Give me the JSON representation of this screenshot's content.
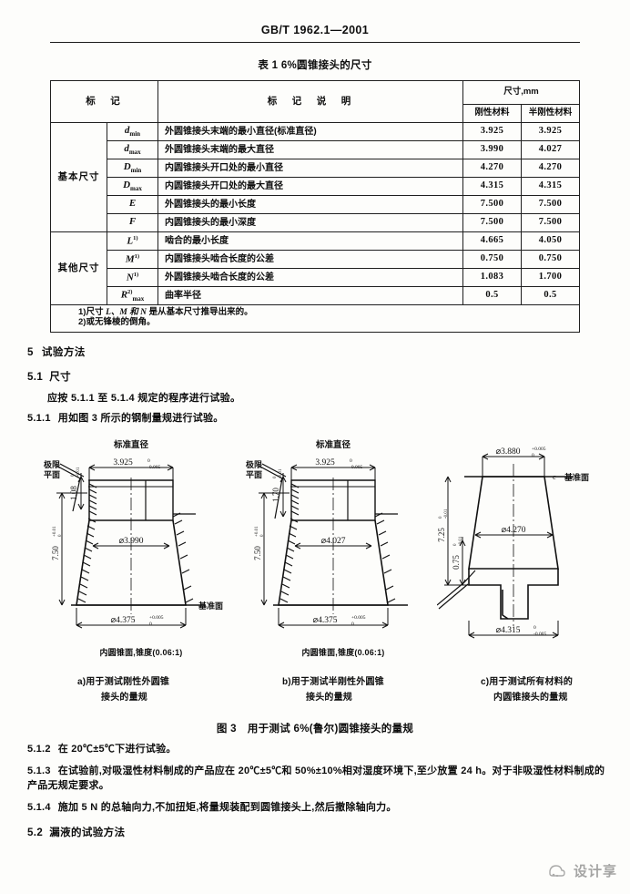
{
  "header": {
    "standard_code": "GB/T 1962.1—2001"
  },
  "table": {
    "caption": "表 1   6%圆锥接头的尺寸",
    "headers": {
      "mark": "标　记",
      "description": "标　记　说　明",
      "dimension_group": "尺寸,mm",
      "rigid": "刚性材料",
      "semi_rigid": "半刚性材料"
    },
    "groups": [
      {
        "label": "基本尺寸",
        "rowspan": 6
      },
      {
        "label": "其他尺寸",
        "rowspan": 4
      }
    ],
    "rows": [
      {
        "symbol": "d",
        "sub": "min",
        "sup": "",
        "desc": "外圆锥接头末端的最小直径(标准直径)",
        "rigid": "3.925",
        "semi": "3.925"
      },
      {
        "symbol": "d",
        "sub": "max",
        "sup": "",
        "desc": "外圆锥接头末端的最大直径",
        "rigid": "3.990",
        "semi": "4.027"
      },
      {
        "symbol": "D",
        "sub": "min",
        "sup": "",
        "desc": "内圆锥接头开口处的最小直径",
        "rigid": "4.270",
        "semi": "4.270"
      },
      {
        "symbol": "D",
        "sub": "max",
        "sup": "",
        "desc": "内圆锥接头开口处的最大直径",
        "rigid": "4.315",
        "semi": "4.315"
      },
      {
        "symbol": "E",
        "sub": "",
        "sup": "",
        "desc": "外圆锥接头的最小长度",
        "rigid": "7.500",
        "semi": "7.500"
      },
      {
        "symbol": "F",
        "sub": "",
        "sup": "",
        "desc": "内圆锥接头的最小深度",
        "rigid": "7.500",
        "semi": "7.500"
      },
      {
        "symbol": "L",
        "sub": "",
        "sup": "1)",
        "desc": "啮合的最小长度",
        "rigid": "4.665",
        "semi": "4.050"
      },
      {
        "symbol": "M",
        "sub": "",
        "sup": "1)",
        "desc": "内圆锥接头啮合长度的公差",
        "rigid": "0.750",
        "semi": "0.750"
      },
      {
        "symbol": "N",
        "sub": "",
        "sup": "1)",
        "desc": "外圆锥接头啮合长度的公差",
        "rigid": "1.083",
        "semi": "1.700"
      },
      {
        "symbol": "R",
        "sub": "max",
        "sup": "2)",
        "desc": "曲率半径",
        "rigid": "0.5",
        "semi": "0.5"
      }
    ],
    "footnotes": [
      {
        "marker": "1)",
        "pre": "尺寸 ",
        "ital": "L、M 和 N",
        "post": " 是从基本尺寸推导出来的。"
      },
      {
        "marker": "2)",
        "pre": "或无锋棱的倒角。",
        "ital": "",
        "post": ""
      }
    ]
  },
  "sections": {
    "s5_num": "5",
    "s5_title": "试验方法",
    "s51_num": "5.1",
    "s51_title": "尺寸",
    "s51_body": "应按 5.1.1 至 5.1.4 规定的程序进行试验。",
    "s511_num": "5.1.1",
    "s511_body": "用如图 3 所示的钢制量规进行试验。",
    "s512_num": "5.1.2",
    "s512_body": "在 20℃±5℃下进行试验。",
    "s513_num": "5.1.3",
    "s513_body": "在试验前,对吸湿性材料制成的产品应在 20℃±5℃和 50%±10%相对湿度环境下,至少放置 24 h。对于非吸湿性材料制成的产品无规定要求。",
    "s514_num": "5.1.4",
    "s514_body": "施加 5 N 的总轴向力,不加扭矩,将量规装配到圆锥接头上,然后撤除轴向力。",
    "s52_num": "5.2",
    "s52_title": "漏液的试验方法"
  },
  "figure": {
    "title_num": "图 3",
    "title_text": "用于测试 6%(鲁尔)圆锥接头的量规",
    "taper_note": "内圆锥面,锥度(0.06:1)",
    "std_diameter_label": "标准直径",
    "limit_plane_label_l1": "极限",
    "limit_plane_label_l2": "平面",
    "datum_label": "基准面",
    "datum_letter": "c",
    "panels": [
      {
        "key": "a",
        "caption_marker": "a)",
        "caption_l1": "用于测试刚性外圆锥",
        "caption_l2": "接头的量规",
        "dims": {
          "top_width": "3.925",
          "top_width_tol_up": "0",
          "top_width_tol_dn": "-0.005",
          "shoulder_h": "1.08",
          "shoulder_h_tol_up": "0",
          "shoulder_h_tol_dn": "-0.01",
          "mid_dia": "⌀3.990",
          "height": "7.50",
          "height_tol_up": "+0.01",
          "height_tol_dn": "0",
          "bottom_dia": "⌀4.375",
          "bottom_tol_up": "+0.005",
          "bottom_tol_dn": "0"
        }
      },
      {
        "key": "b",
        "caption_marker": "b)",
        "caption_l1": "用于测试半刚性外圆锥",
        "caption_l2": "接头的量规",
        "dims": {
          "top_width": "3.925",
          "top_width_tol_up": "0",
          "top_width_tol_dn": "-0.005",
          "shoulder_h": "1.70",
          "shoulder_h_tol_up": "0",
          "shoulder_h_tol_dn": "-0.01",
          "mid_dia": "⌀4.027",
          "height": "7.50",
          "height_tol_up": "+0.01",
          "height_tol_dn": "0",
          "bottom_dia": "⌀4.375",
          "bottom_tol_up": "+0.005",
          "bottom_tol_dn": "0"
        }
      },
      {
        "key": "c",
        "caption_marker": "c)",
        "caption_l1": "用于测试所有材料的",
        "caption_l2": "内圆锥接头的量规",
        "dims": {
          "top_dia": "⌀3.880",
          "top_tol_up": "+0.005",
          "top_tol_dn": "0",
          "mid_dia": "⌀4.270",
          "height": "7.25",
          "height_tol_up": "0",
          "height_tol_dn": "-0.01",
          "step_h": "0.75",
          "step_tol_up": "0",
          "step_tol_dn": "-0.01",
          "bottom_dia": "⌀4.315",
          "bottom_tol_up": "0",
          "bottom_tol_dn": "-0.005"
        }
      }
    ]
  },
  "watermark": {
    "text": "设计享"
  }
}
